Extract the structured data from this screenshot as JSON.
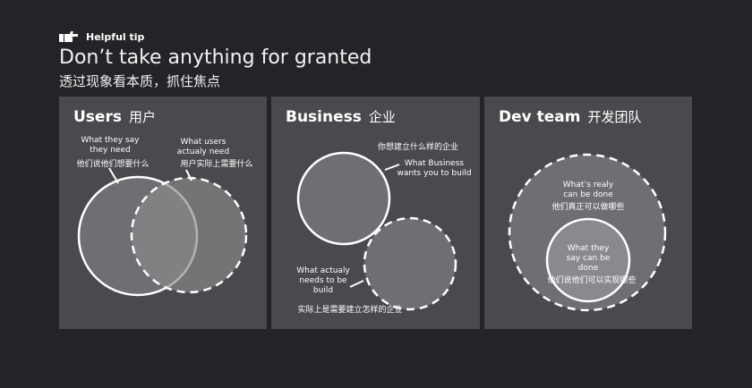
{
  "header": {
    "tip_icon": "pointing-hand-icon",
    "tip_label": "Helpful tip",
    "title": "Don’t take anything for granted",
    "subtitle": "透过现象看本质，抓住焦点"
  },
  "panels": [
    {
      "title_en": "Users",
      "title_zh": "用户",
      "labels": [
        {
          "en": "What they say they need",
          "zh": "他们说他们想要什么"
        },
        {
          "en": "What users actualy need",
          "zh": "用户实际上需要什么"
        }
      ]
    },
    {
      "title_en": "Business",
      "title_zh": "企业",
      "labels": [
        {
          "en": "What Business wants you to build",
          "zh": "你想建立什么样的企业"
        },
        {
          "en": "What actualy needs to be build",
          "zh": "实际上是需要建立怎样的企业"
        }
      ]
    },
    {
      "title_en": "Dev team",
      "title_zh": "开发团队",
      "labels": [
        {
          "en": "What’s realy can be done",
          "zh": "他们真正可以做哪些"
        },
        {
          "en": "What they say can be done",
          "zh": "他们说他们可以实现哪些"
        }
      ]
    }
  ],
  "colors": {
    "background": "#232427",
    "panel": "#4a4a4e",
    "stroke": "#ffffff"
  }
}
